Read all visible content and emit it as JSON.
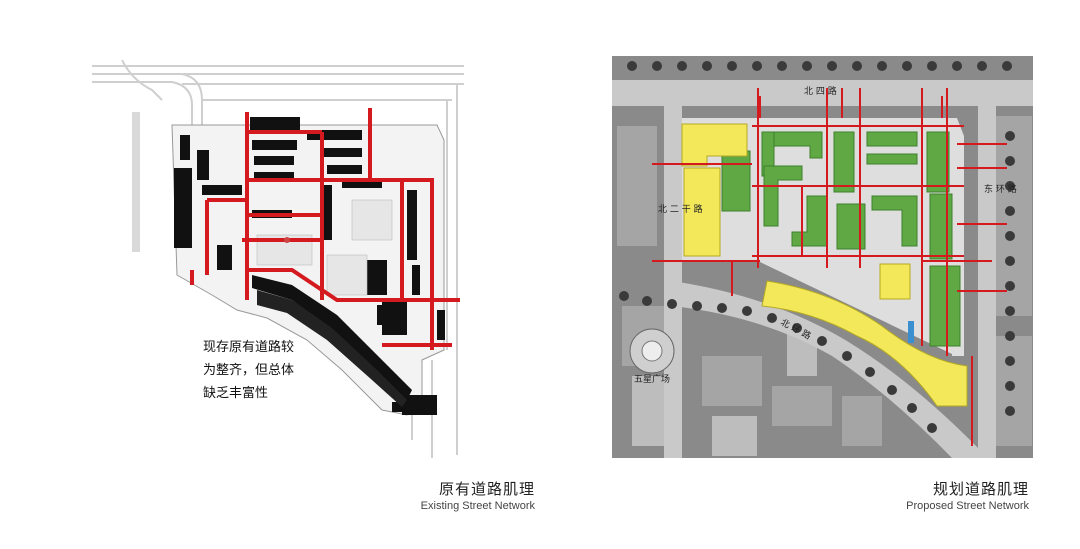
{
  "left_panel": {
    "note": "现存原有道路较\n为整齐，但总体\n缺乏丰富性",
    "caption_cn": "原有道路肌理",
    "caption_en": "Existing Street Network"
  },
  "right_panel": {
    "labels": {
      "north_road": "北 四 路",
      "west_road": "北 二 干 路",
      "east_road": "东 环 路",
      "ring_road": "北 环 路",
      "plaza": "五星广场"
    },
    "caption_cn": "规划道路肌理",
    "caption_en": "Proposed Street Network"
  },
  "colors": {
    "road_red": "#d4191f",
    "building_black": "#111111",
    "proposed_green": "#5fa844",
    "commercial_yellow": "#f2e85a",
    "surround_grey": "#8a8a8a"
  }
}
